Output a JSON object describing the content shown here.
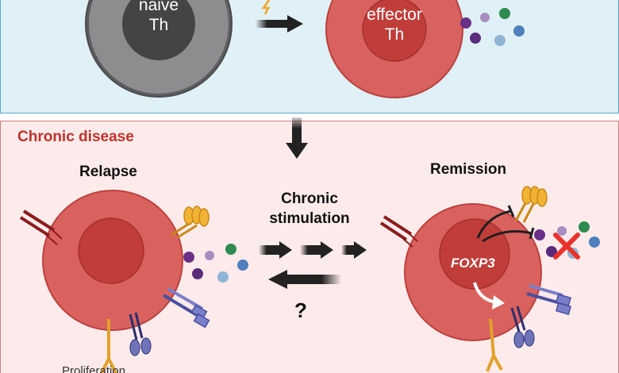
{
  "top": {
    "naive_cell": {
      "line1": "naive",
      "line2": "Th"
    },
    "effector_cell": {
      "line1": "effector",
      "line2": "Th"
    }
  },
  "bottom": {
    "section_title": "Chronic disease",
    "relapse_label": "Relapse",
    "remission_label": "Remission",
    "stimulation_label_line1": "Chronic",
    "stimulation_label_line2": "stimulation",
    "question_mark": "?",
    "foxp3_label": "FOXP3",
    "cut_text": "Proliferation  ...."
  },
  "colors": {
    "top_background": "#dff0f6",
    "bottom_background": "#fcebea",
    "section_title": "#c0322c",
    "naive_cell": "#5a5a5c",
    "effector_cell": "#d8615f",
    "nucleus": "#c2403d",
    "x_mark": "#e8332c"
  }
}
